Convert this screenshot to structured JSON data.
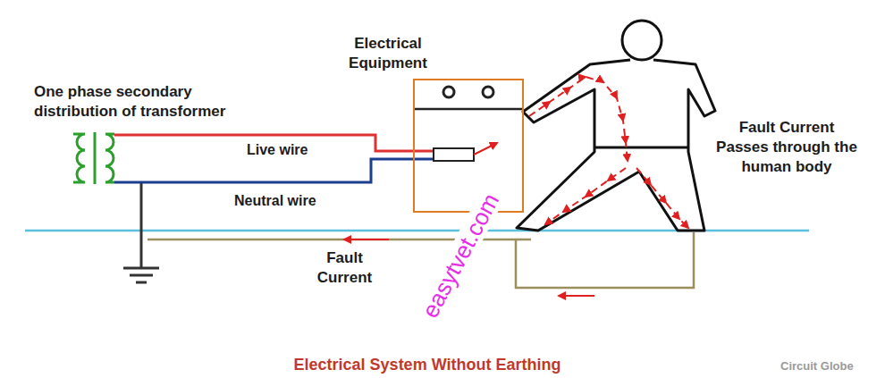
{
  "diagram": {
    "caption": "Electrical System Without Earthing",
    "nodes": [
      {
        "text": [
          "Electrical Equipment"
        ]
      }
    ],
    "labels": [
      "One phase secondary distribution of transformer",
      "Live wire",
      "Neutral wire",
      "Fault Current Passes through the human body",
      "Fault Current",
      "easytvet.com",
      "Circuit Globe"
    ]
  }
}
